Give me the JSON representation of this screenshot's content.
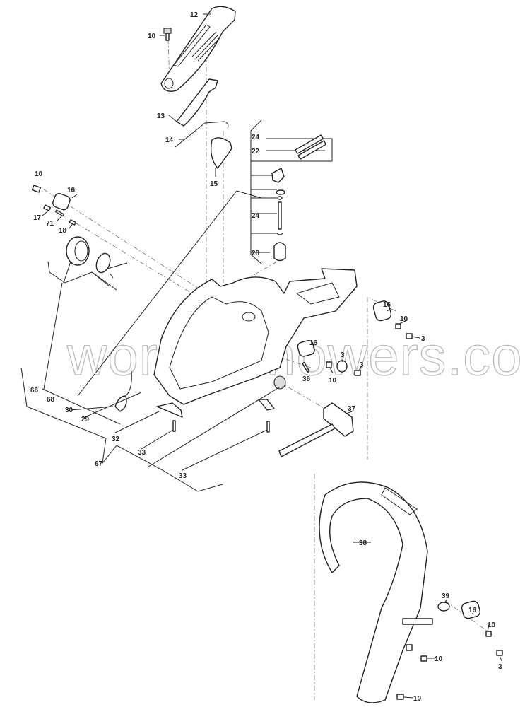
{
  "diagram": {
    "watermark": "worldofmowers.co.uk",
    "callouts": {
      "top_handle_cover": "12",
      "top_screw": "10",
      "throttle_lever": "13",
      "spring_wire": "14",
      "throttle_lock": "15",
      "fuel_hose_a": "24",
      "fuel_hose_b": "22",
      "fuel_hose_c": "24",
      "fuel_filter": "28",
      "left_screw": "10",
      "left_av_spring": "16",
      "pin": "17",
      "spring_small": "71",
      "plug": "18",
      "fuel_cap_kit": "66",
      "fuel_system_kit": "68",
      "primer_hose": "30",
      "primer_bulb": "29",
      "plate": "32",
      "screw_33a": "33",
      "kit_67": "67",
      "screw_33b": "33",
      "right_av_spring": "16",
      "right_screw_10": "10",
      "right_screw_3": "3",
      "mid_av_spring": "16",
      "mid_cap_3": "3",
      "mid_screw_3": "3",
      "pin_36": "36",
      "mid_screw_10": "10",
      "combi_tool": "37",
      "front_handle": "38",
      "bush": "39",
      "lower_av_spring": "16",
      "lower_screw_10a": "10",
      "lower_screw_3": "3",
      "lower_screw_10b": "10",
      "lower_screw_10c": "10"
    }
  }
}
